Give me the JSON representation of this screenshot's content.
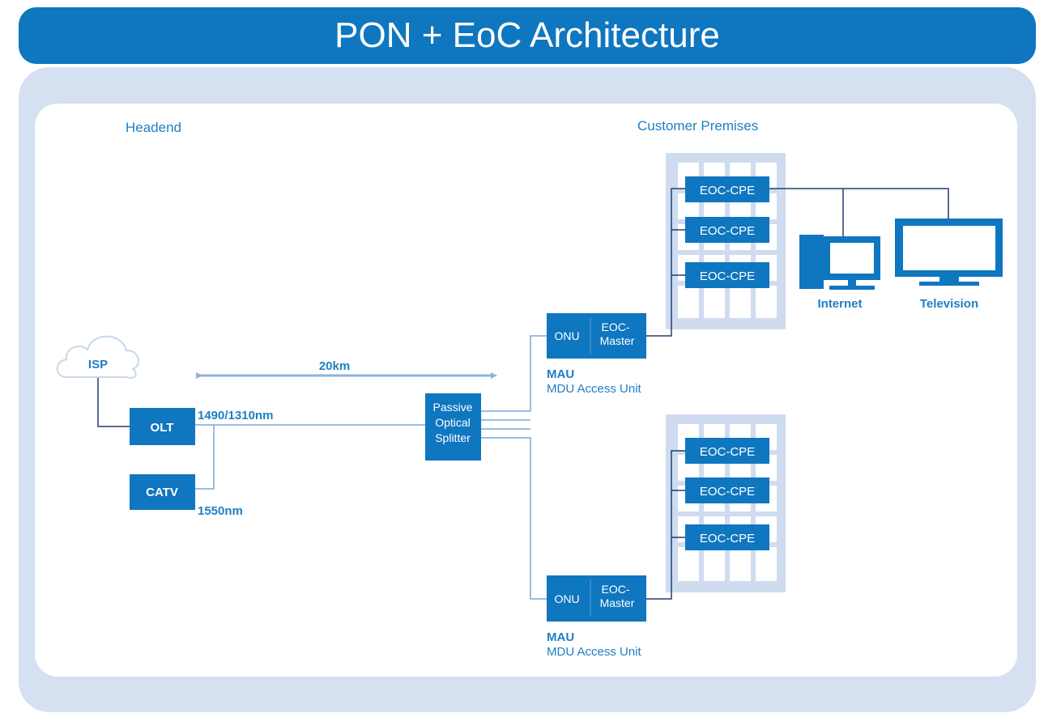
{
  "title": "PON + EoC Architecture",
  "sections": {
    "headend": "Headend",
    "customer_premises": "Customer Premises"
  },
  "isp": "ISP",
  "olt": "OLT",
  "catv": "CATV",
  "wavelength_data": "1490/1310nm",
  "wavelength_catv": "1550nm",
  "distance": "20km",
  "splitter": {
    "line1": "Passive",
    "line2": "Optical",
    "line3": "Splitter"
  },
  "mau_units": [
    {
      "onu": "ONU",
      "master_line1": "EOC-",
      "master_line2": "Master",
      "label": "MAU",
      "sublabel": "MDU Access Unit"
    },
    {
      "onu": "ONU",
      "master_line1": "EOC-",
      "master_line2": "Master",
      "label": "MAU",
      "sublabel": "MDU Access Unit"
    }
  ],
  "buildings": [
    {
      "cpe": [
        "EOC-CPE",
        "EOC-CPE",
        "EOC-CPE"
      ]
    },
    {
      "cpe": [
        "EOC-CPE",
        "EOC-CPE",
        "EOC-CPE"
      ]
    }
  ],
  "devices": {
    "internet": "Internet",
    "television": "Television"
  },
  "colors": {
    "primary_blue": "#0f76c0",
    "frame": "#d5e1f1",
    "building": "#cfdcef",
    "line": "#7aa9d6",
    "arrow": "#8cb4dc"
  }
}
